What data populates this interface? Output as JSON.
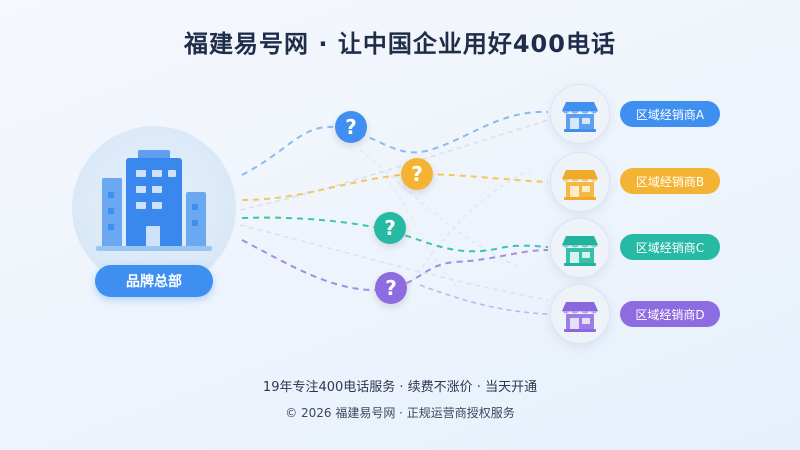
{
  "title": "福建易号网 · 让中国企业用好400电话",
  "hq": {
    "label": "品牌总部",
    "icon": "office-building-icon"
  },
  "question_mark": "?",
  "colors": {
    "blue": "#3f8ff0",
    "orange": "#f5b333",
    "teal": "#26b9a4",
    "purple": "#8d6be0",
    "title": "#1f2d4a"
  },
  "dealers": [
    {
      "label": "区域经销商A",
      "color": "#3f8ff0",
      "icon": "storefront-icon"
    },
    {
      "label": "区域经销商B",
      "color": "#f5b333",
      "icon": "storefront-icon"
    },
    {
      "label": "区域经销商C",
      "color": "#26b9a4",
      "icon": "storefront-icon"
    },
    {
      "label": "区域经销商D",
      "color": "#8d6be0",
      "icon": "storefront-icon"
    }
  ],
  "footer": {
    "line1": "19年专注400电话服务 · 续费不涨价 · 当天开通",
    "line2": "© 2026 福建易号网 · 正规运营商授权服务"
  }
}
